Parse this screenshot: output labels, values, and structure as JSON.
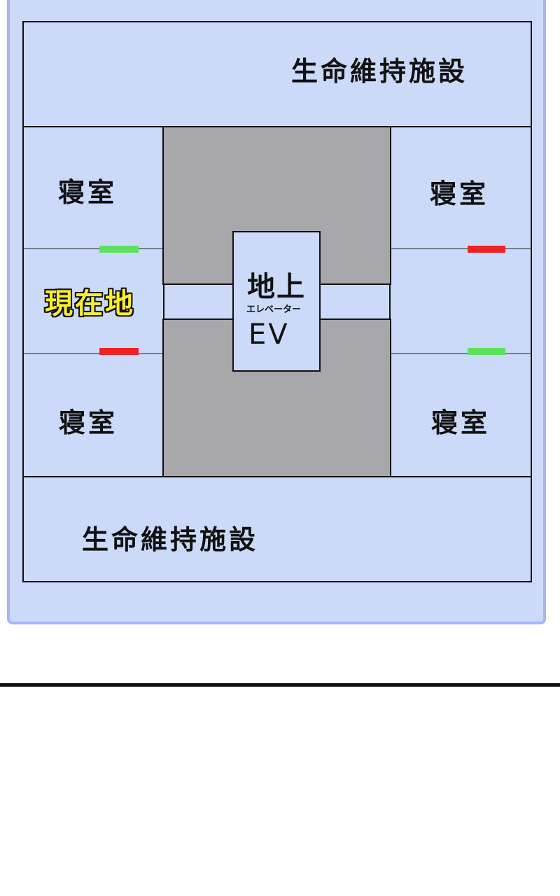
{
  "floor_map": {
    "top_facility": "生命維持施設",
    "bottom_facility": "生命維持施設",
    "bedrooms": {
      "top_left": "寝室",
      "top_right": "寝室",
      "bottom_left": "寝室",
      "bottom_right": "寝室"
    },
    "current_location": "現在地",
    "elevator": {
      "title": "地上",
      "ruby": "エレベーター",
      "abbr": "EV"
    },
    "colors": {
      "background": "#ccdafa",
      "frame": "#a3b6f5",
      "shaft": "#a8a8ab",
      "door_open": "#5ee05e",
      "door_locked": "#ee2222",
      "current_marker": "#f7ee34"
    },
    "doors": {
      "left_upper": "open",
      "left_lower": "locked",
      "right_upper": "locked",
      "right_lower": "open"
    }
  }
}
